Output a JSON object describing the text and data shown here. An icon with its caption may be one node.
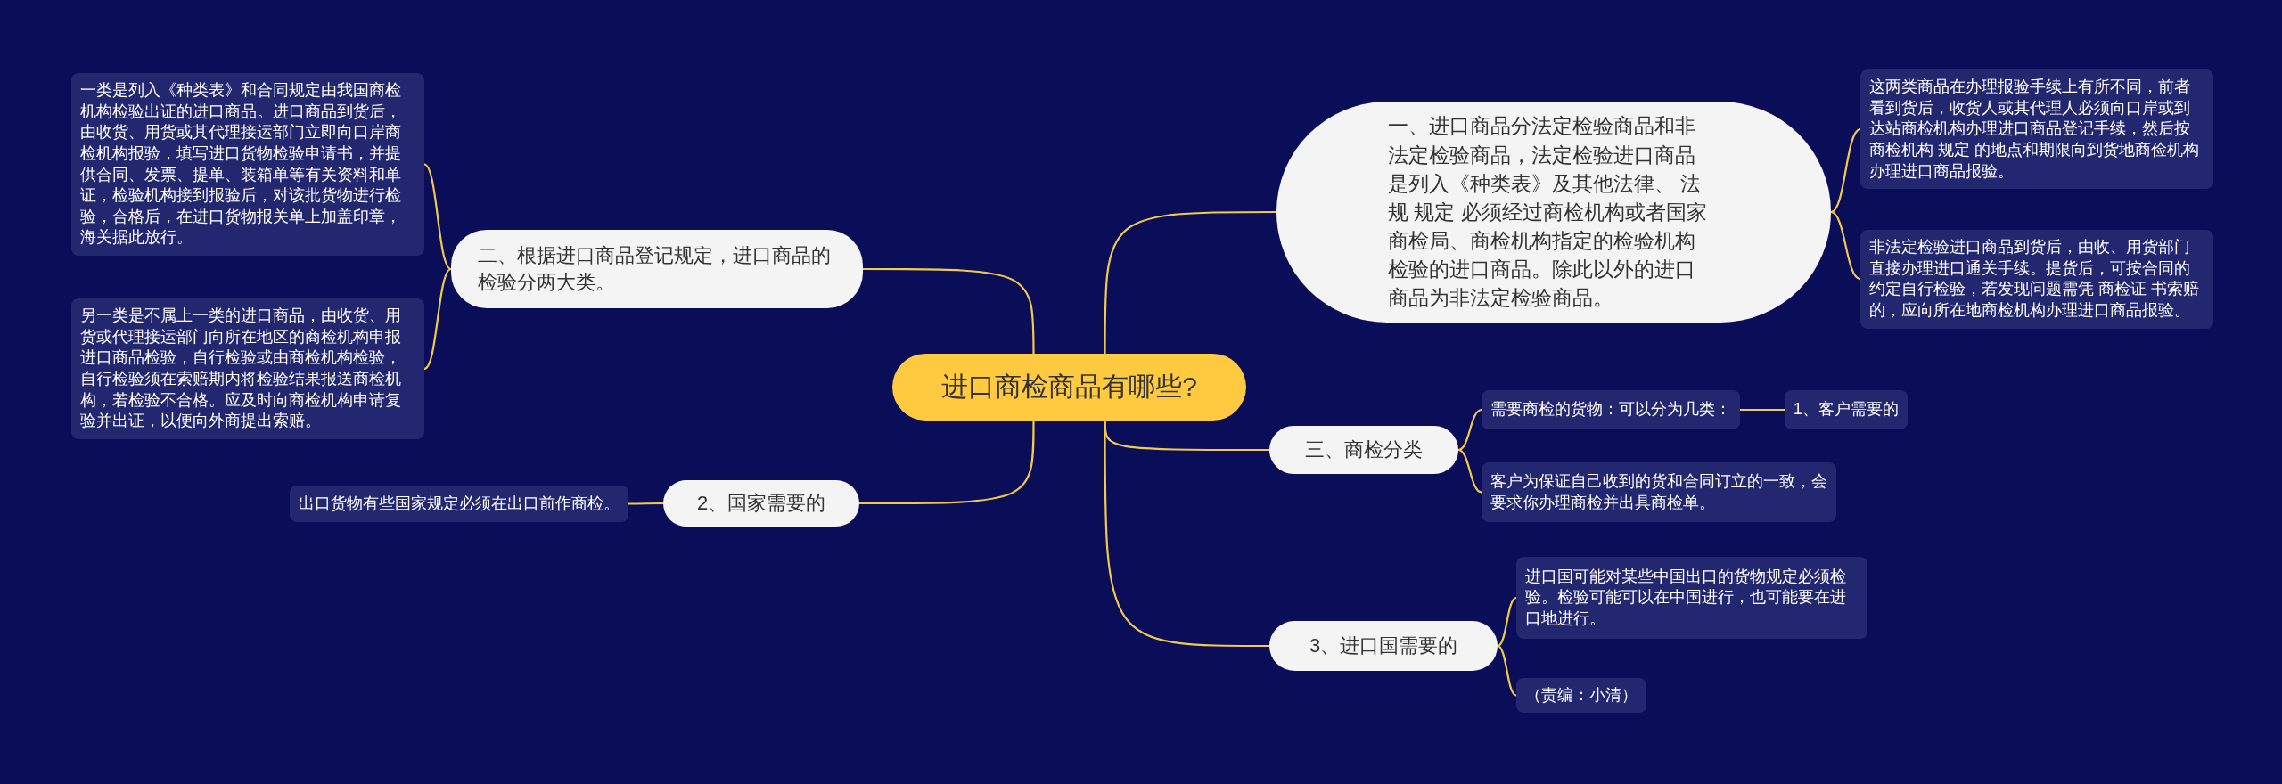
{
  "diagram": {
    "nodes": [
      {
        "text": [
          "进口商检商品有哪些?"
        ]
      },
      {
        "text": [
          "二、根据进口商品登记规定，进口商品的检验分两大类。"
        ]
      },
      {
        "text": [
          "一类是列入《种类表》和合同规定由我国商检机构检验出证的进口商品。进口商品到货后，由收货、用货或其代理接运部门立即向口岸商检机构报验，填写进口货物检验申请书，并提供合同、发票、提单、装箱单等有关资料和单证，检验机构接到报验后，对该批货物进行检验，合格后，在进口货物报关单上加盖印章，海关据此放行。"
        ]
      },
      {
        "text": [
          "另一类是不属上一类的进口商品，由收货、用货或代理接运部门向所在地区的商检机构申报进口商品检验，自行检验或由商检机构检验，自行检验须在索赔期内将检验结果报送商检机构，若检验不合格。应及时向商检机构申请复验并出证，以便向外商提出索赔。"
        ]
      },
      {
        "text": [
          "2、国家需要的"
        ]
      },
      {
        "text": [
          "出口货物有些国家规定必须在出口前作商检。"
        ]
      },
      {
        "text": [
          "一、进口商品分法定检验商品和非法定检验商品，法定检验进口商品是列入《种类表》及其他法律、 法规 规定 必须经过商检机构或者国家商检局、商检机构指定的检验机构检验的进口商品。除此以外的进口商品为非法定检验商品。"
        ]
      },
      {
        "text": [
          "这两类商品在办理报验手续上有所不同，前者看到货后，收货人或其代理人必须向口岸或到达站商检机构办理进口商品登记手续，然后按商检机构 规定 的地点和期限向到货地商俭机构办理进口商品报验。"
        ]
      },
      {
        "text": [
          "非法定检验进口商品到货后，由收、用货部门直接办理进口通关手续。提货后，可按合同的约定自行检验，若发现问题需凭 商检证 书索赔的，应向所在地商检机构办理进口商品报验。"
        ]
      },
      {
        "text": [
          "三、商检分类"
        ]
      },
      {
        "text": [
          "需要商检的货物：可以分为几类："
        ]
      },
      {
        "text": [
          "1、客户需要的"
        ]
      },
      {
        "text": [
          "客户为保证自己收到的货和合同订立的一致，会要求你办理商检并出具商检单。"
        ]
      },
      {
        "text": [
          "3、进口国需要的"
        ]
      },
      {
        "text": [
          "进口国可能对某些中国出口的货物规定必须检验。检验可能可以在中国进行，也可能要在进口地进行。"
        ]
      },
      {
        "text": [
          "（责编：小清）"
        ]
      }
    ],
    "edges": [
      {
        "from": 0,
        "to": 1,
        "arrow": "none"
      },
      {
        "from": 1,
        "to": 2,
        "arrow": "none"
      },
      {
        "from": 1,
        "to": 3,
        "arrow": "none"
      },
      {
        "from": 0,
        "to": 4,
        "arrow": "none"
      },
      {
        "from": 4,
        "to": 5,
        "arrow": "none"
      },
      {
        "from": 0,
        "to": 6,
        "arrow": "none"
      },
      {
        "from": 6,
        "to": 7,
        "arrow": "none"
      },
      {
        "from": 6,
        "to": 8,
        "arrow": "none"
      },
      {
        "from": 0,
        "to": 9,
        "arrow": "none"
      },
      {
        "from": 9,
        "to": 10,
        "arrow": "none"
      },
      {
        "from": 10,
        "to": 11,
        "arrow": "none"
      },
      {
        "from": 9,
        "to": 12,
        "arrow": "none"
      },
      {
        "from": 0,
        "to": 13,
        "arrow": "none"
      },
      {
        "from": 13,
        "to": 14,
        "arrow": "none"
      },
      {
        "from": 13,
        "to": 15,
        "arrow": "none"
      }
    ]
  }
}
